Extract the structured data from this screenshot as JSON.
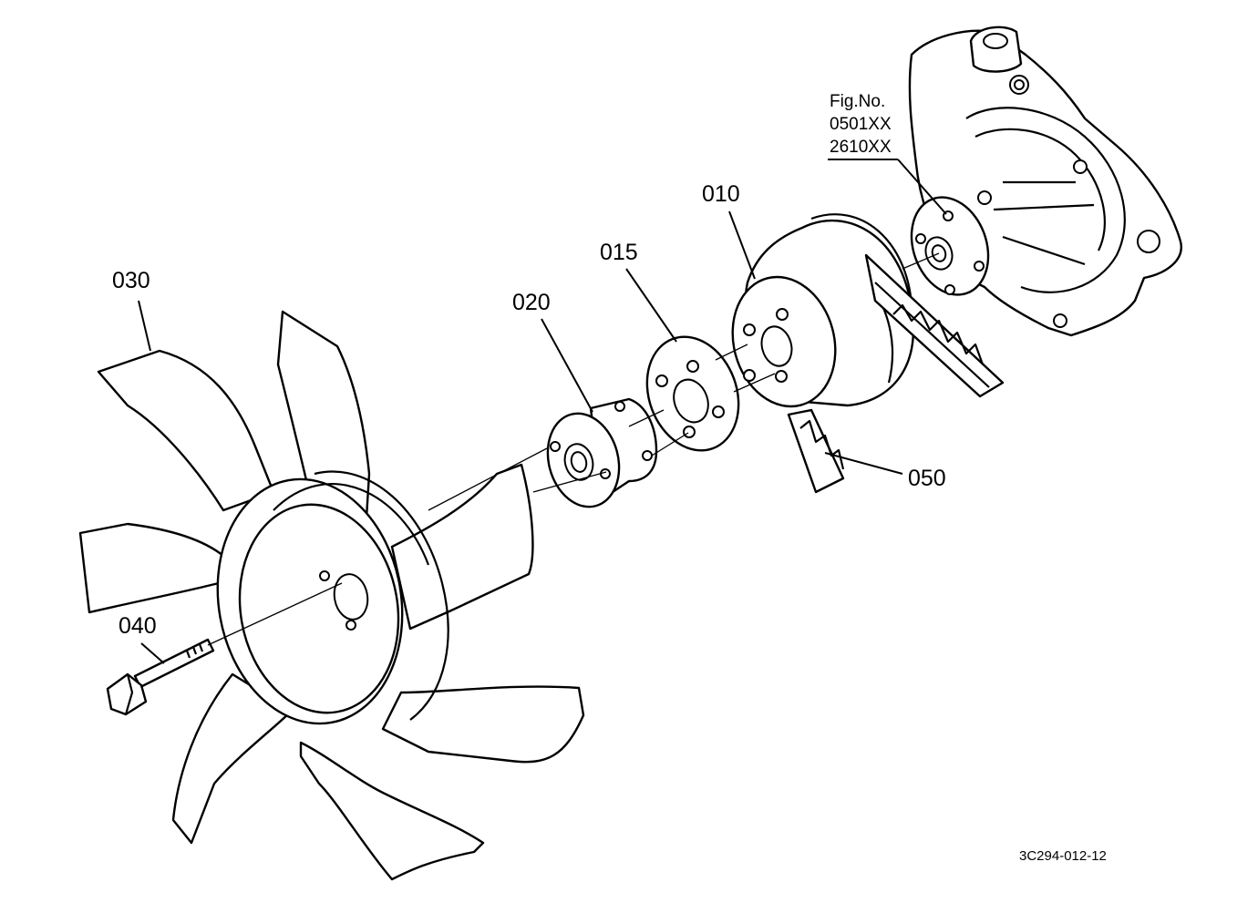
{
  "figure": {
    "fig_no_label": "Fig.No.",
    "fig_refs": [
      "0501XX",
      "2610XX"
    ],
    "drawing_code": "3C294-012-12"
  },
  "callouts": [
    {
      "id": "010"
    },
    {
      "id": "015"
    },
    {
      "id": "020"
    },
    {
      "id": "030"
    },
    {
      "id": "040"
    },
    {
      "id": "050"
    }
  ]
}
